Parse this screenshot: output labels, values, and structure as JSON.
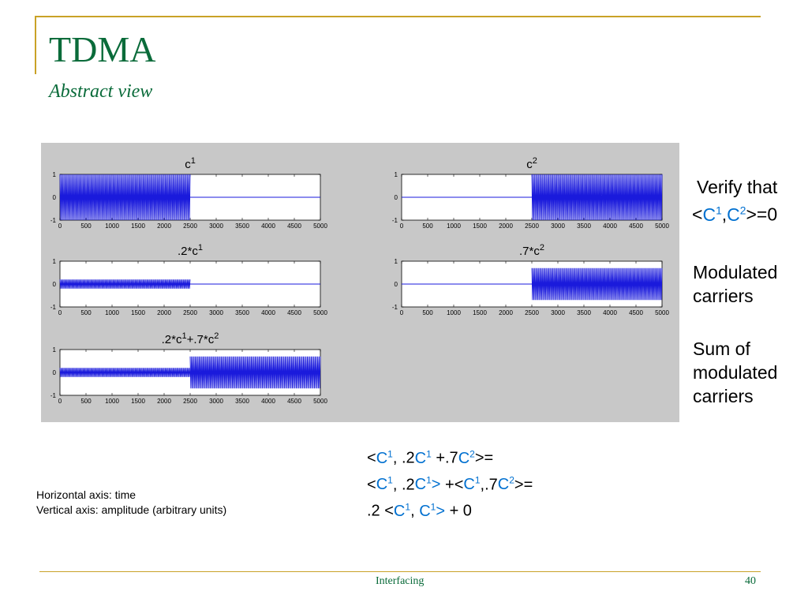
{
  "slide": {
    "title": "TDMA",
    "subtitle": "Abstract view",
    "footer_center": "Interfacing",
    "page_number": "40"
  },
  "notes": {
    "verify_line1": "Verify that",
    "modulated_1": "Modulated",
    "modulated_2": "carriers",
    "sum_1": "Sum of",
    "sum_2": "modulated",
    "sum_3": "carriers",
    "axis_h": "Horizontal axis: time",
    "axis_v": "Vertical axis: amplitude (arbitrary units)"
  },
  "colors": {
    "title": "#0a6b3a",
    "accent_rule": "#c9a227",
    "signal": "#1a1adc",
    "equation_blue": "#0070d0",
    "figure_bg": "#c8c8c8"
  },
  "chart_data": [
    {
      "type": "line",
      "title": "c1",
      "title_parts": [
        "c",
        "1"
      ],
      "xlim": [
        0,
        5000
      ],
      "ylim": [
        -1,
        1
      ],
      "xticks": [
        0,
        500,
        1000,
        1500,
        2000,
        2500,
        3000,
        3500,
        4000,
        4500,
        5000
      ],
      "yticks": [
        1,
        0,
        -1
      ],
      "segments": [
        {
          "x": [
            0,
            2500
          ],
          "amplitude": 1,
          "kind": "carrier"
        },
        {
          "x": [
            2500,
            5000
          ],
          "amplitude": 0,
          "kind": "flat"
        }
      ]
    },
    {
      "type": "line",
      "title": "c2",
      "title_parts": [
        "c",
        "2"
      ],
      "xlim": [
        0,
        5000
      ],
      "ylim": [
        -1,
        1
      ],
      "xticks": [
        0,
        500,
        1000,
        1500,
        2000,
        2500,
        3000,
        3500,
        4000,
        4500,
        5000
      ],
      "yticks": [
        1,
        0,
        -1
      ],
      "segments": [
        {
          "x": [
            0,
            2500
          ],
          "amplitude": 0,
          "kind": "flat"
        },
        {
          "x": [
            2500,
            5000
          ],
          "amplitude": 1,
          "kind": "carrier"
        }
      ]
    },
    {
      "type": "line",
      "title": ".2*c1",
      "title_parts": [
        ".2*c",
        "1"
      ],
      "xlim": [
        0,
        5000
      ],
      "ylim": [
        -1,
        1
      ],
      "xticks": [
        0,
        500,
        1000,
        1500,
        2000,
        2500,
        3000,
        3500,
        4000,
        4500,
        5000
      ],
      "yticks": [
        1,
        0,
        -1
      ],
      "segments": [
        {
          "x": [
            0,
            2500
          ],
          "amplitude": 0.2,
          "kind": "carrier"
        },
        {
          "x": [
            2500,
            5000
          ],
          "amplitude": 0,
          "kind": "flat"
        }
      ]
    },
    {
      "type": "line",
      "title": ".7*c2",
      "title_parts": [
        ".7*c",
        "2"
      ],
      "xlim": [
        0,
        5000
      ],
      "ylim": [
        -1,
        1
      ],
      "xticks": [
        0,
        500,
        1000,
        1500,
        2000,
        2500,
        3000,
        3500,
        4000,
        4500,
        5000
      ],
      "yticks": [
        1,
        0,
        -1
      ],
      "segments": [
        {
          "x": [
            0,
            2500
          ],
          "amplitude": 0,
          "kind": "flat"
        },
        {
          "x": [
            2500,
            5000
          ],
          "amplitude": 0.7,
          "kind": "carrier"
        }
      ]
    },
    {
      "type": "line",
      "title": ".2*c1+.7*c2",
      "title_parts": [
        ".2*c",
        "1",
        "+.7*c",
        "2"
      ],
      "xlim": [
        0,
        5000
      ],
      "ylim": [
        -1,
        1
      ],
      "xticks": [
        0,
        500,
        1000,
        1500,
        2000,
        2500,
        3000,
        3500,
        4000,
        4500,
        5000
      ],
      "yticks": [
        1,
        0,
        -1
      ],
      "segments": [
        {
          "x": [
            0,
            2500
          ],
          "amplitude": 0.2,
          "kind": "carrier"
        },
        {
          "x": [
            2500,
            5000
          ],
          "amplitude": 0.7,
          "kind": "carrier"
        }
      ]
    }
  ]
}
